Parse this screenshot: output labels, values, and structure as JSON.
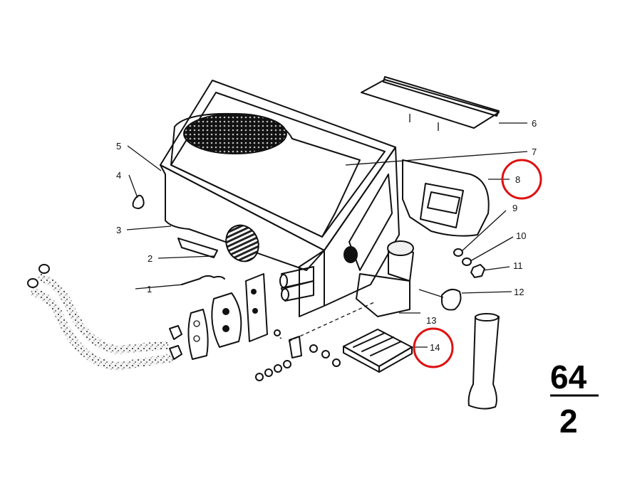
{
  "group": {
    "main": "64",
    "sub": "2"
  },
  "callouts": [
    "1",
    "2",
    "3",
    "4",
    "5",
    "6",
    "7",
    "8",
    "9",
    "10",
    "11",
    "12",
    "13",
    "14"
  ],
  "highlighted": [
    "8",
    "14"
  ],
  "colors": {
    "ink": "#111111",
    "highlight": "#e01010",
    "background": "#ffffff",
    "foam": "#cfcfcf"
  }
}
